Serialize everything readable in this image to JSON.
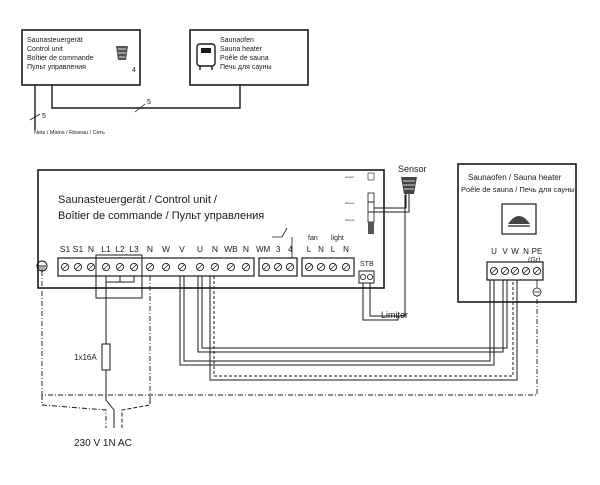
{
  "overview": {
    "control_unit": [
      "Saunasteuergerät",
      "Control unit",
      "Boîtier de commande",
      "Пульт управления"
    ],
    "sauna_heater": [
      "Saunaofen",
      "Sauna heater",
      "Poêle de sauna",
      "Печь для сауны"
    ],
    "cable_label_left": "5",
    "cable_label_sensor": "4",
    "cable_label_heater": "5",
    "mains_label": "Netz / Mains / Réseau / Сеть"
  },
  "main": {
    "control_title_1": "Saunasteuergerät / Control unit /",
    "control_title_2": "Boîtier de commande / Пульт управления",
    "sensor_label": "Sensor",
    "limiter_label": "Limiter",
    "heater_title_1": "Saunaofen / Sauna heater",
    "heater_title_2": "Poêle de sauna / Печь для сауны",
    "fuse_label": "1x16A",
    "supply_label": "230 V 1N AC",
    "terminals_main": [
      "S1",
      "S1",
      "N",
      "L1",
      "L2",
      "L3",
      "N",
      "W",
      "V",
      "U",
      "N",
      "WB",
      "N"
    ],
    "terminals_wm": [
      "WM",
      "3",
      "4"
    ],
    "fan_label": "fan",
    "light_label": "light",
    "terminals_fan_light": [
      "L",
      "N",
      "L",
      "N"
    ],
    "stb_label": "STB",
    "heater_terminals": [
      "U",
      "V",
      "W",
      "N",
      "PE"
    ],
    "heater_gr": "(Gr)",
    "side_labels": [
      "sensor",
      "Sensor",
      "Sensor"
    ]
  }
}
